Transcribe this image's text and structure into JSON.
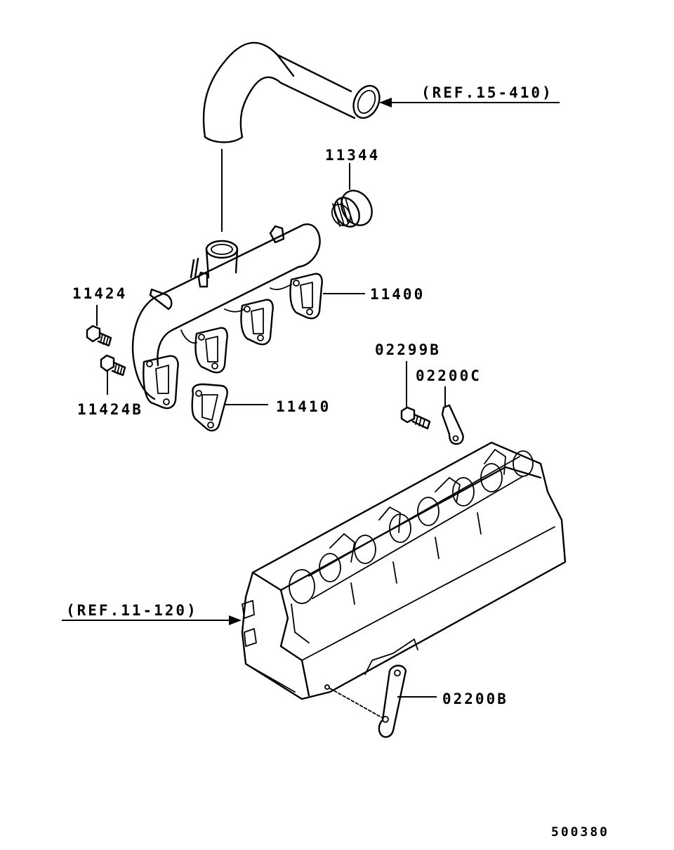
{
  "labels": {
    "ref_hose": "(REF.15-410)",
    "ref_head": "(REF.11-120)",
    "p11344": "11344",
    "p11424": "11424",
    "p11400": "11400",
    "p11424b": "11424B",
    "p11410": "11410",
    "p02299b": "02299B",
    "p02200c": "02200C",
    "p02200b": "02200B",
    "diagram_number": "500380"
  },
  "colors": {
    "line": "#000000",
    "background": "#ffffff"
  }
}
